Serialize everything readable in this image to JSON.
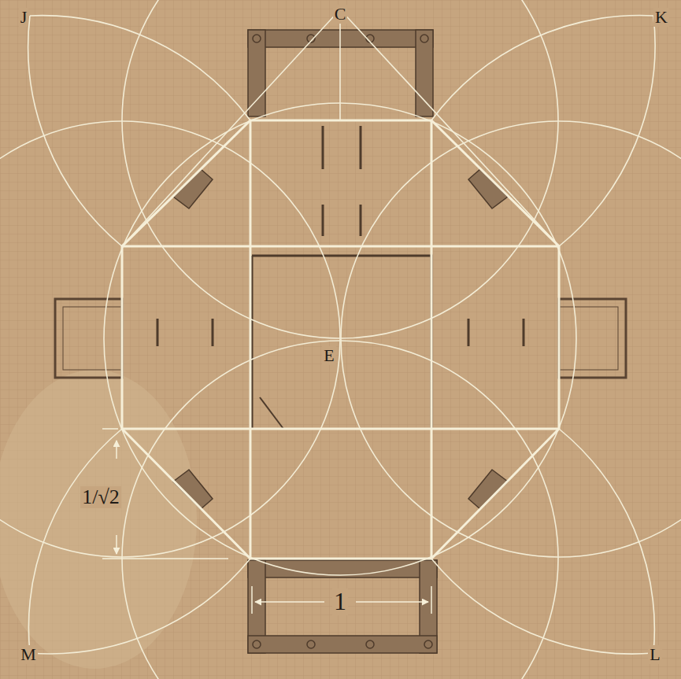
{
  "diagram": {
    "labels": [
      "J",
      "C",
      "K",
      "E",
      "1/√2",
      "1",
      "M",
      "L"
    ]
  }
}
